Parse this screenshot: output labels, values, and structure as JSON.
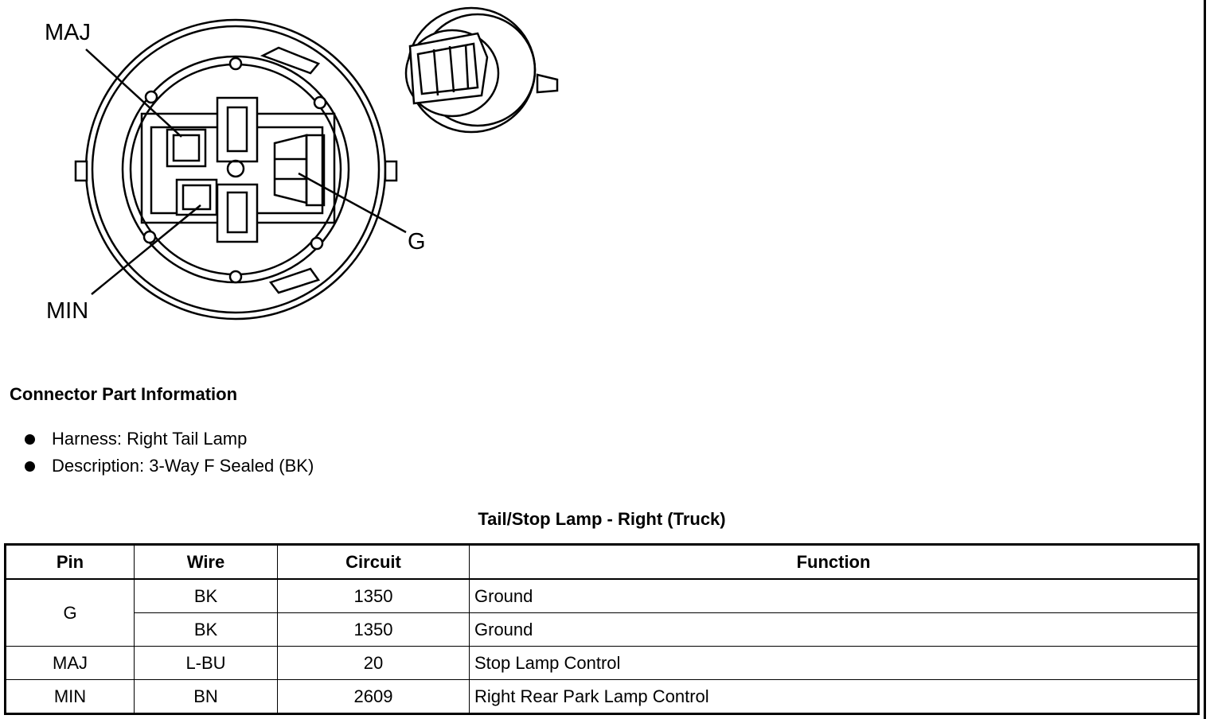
{
  "diagram": {
    "callouts": {
      "maj": "MAJ",
      "min": "MIN",
      "g": "G"
    }
  },
  "connector_info": {
    "heading": "Connector Part Information",
    "items": [
      "Harness: Right Tail Lamp",
      "Description: 3-Way F Sealed (BK)"
    ]
  },
  "table": {
    "title": "Tail/Stop Lamp - Right (Truck)",
    "headers": [
      "Pin",
      "Wire",
      "Circuit",
      "Function"
    ],
    "rows": [
      {
        "pin": "G",
        "wire": "BK",
        "circuit": "1350",
        "function": "Ground"
      },
      {
        "pin": "",
        "wire": "BK",
        "circuit": "1350",
        "function": "Ground"
      },
      {
        "pin": "MAJ",
        "wire": "L-BU",
        "circuit": "20",
        "function": "Stop Lamp Control"
      },
      {
        "pin": "MIN",
        "wire": "BN",
        "circuit": "2609",
        "function": "Right Rear Park Lamp Control"
      }
    ]
  }
}
